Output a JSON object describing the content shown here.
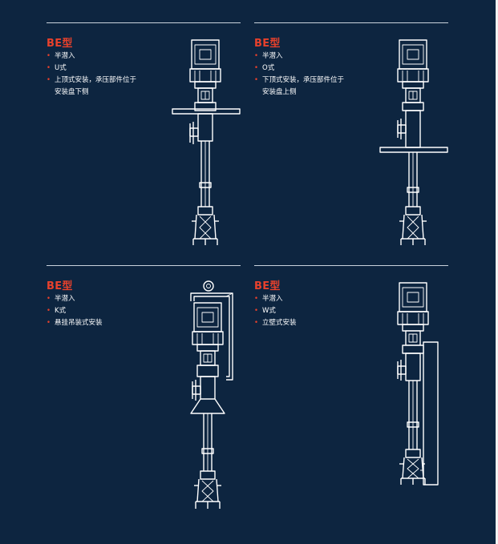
{
  "panels": [
    {
      "id": "u",
      "title": "BE型",
      "bullets": [
        "半潜入",
        "U式",
        "上顶式安装，承压部件位于安装盘下侧"
      ],
      "drawing_icon": "pump-u-type-drawing"
    },
    {
      "id": "o",
      "title": "BE型",
      "bullets": [
        "半潜入",
        "O式",
        "下顶式安装，承压部件位于安装盘上侧"
      ],
      "drawing_icon": "pump-o-type-drawing"
    },
    {
      "id": "k",
      "title": "BE型",
      "bullets": [
        "半潜入",
        "K式",
        "悬挂吊装式安装"
      ],
      "drawing_icon": "pump-k-type-drawing"
    },
    {
      "id": "w",
      "title": "BE型",
      "bullets": [
        "半潜入",
        "W式",
        "立壁式安装"
      ],
      "drawing_icon": "pump-w-type-drawing"
    }
  ],
  "colors": {
    "background": "#0d2540",
    "accent": "#e8412c",
    "text": "#ffffff",
    "rule": "#c9d2dc"
  }
}
